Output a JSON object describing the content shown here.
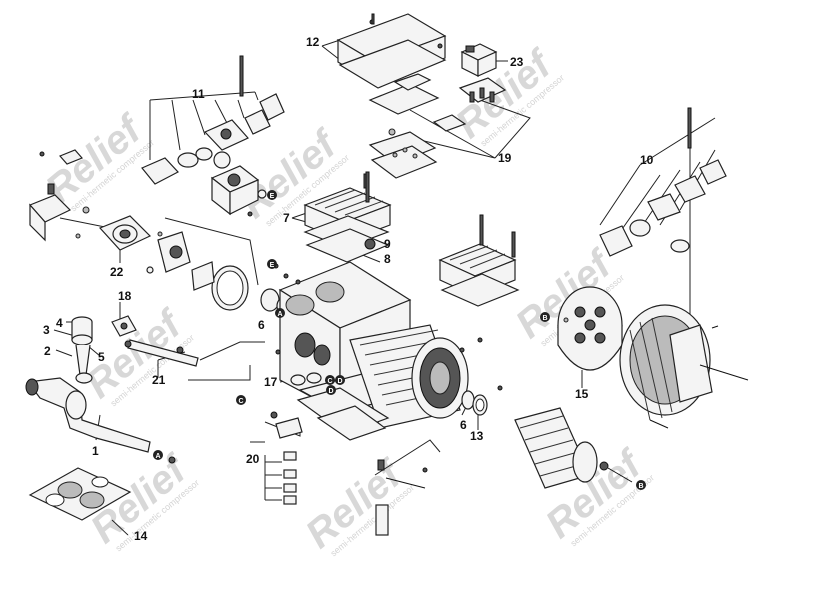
{
  "watermark": {
    "brand": "Relief",
    "tagline": "semi-hermetic compressor"
  },
  "callouts": [
    {
      "id": "1",
      "label": "1"
    },
    {
      "id": "2",
      "label": "2"
    },
    {
      "id": "3",
      "label": "3"
    },
    {
      "id": "4",
      "label": "4"
    },
    {
      "id": "5",
      "label": "5"
    },
    {
      "id": "6a",
      "label": "6"
    },
    {
      "id": "6b",
      "label": "6"
    },
    {
      "id": "7",
      "label": "7"
    },
    {
      "id": "8",
      "label": "8"
    },
    {
      "id": "9",
      "label": "9"
    },
    {
      "id": "10",
      "label": "10"
    },
    {
      "id": "11",
      "label": "11"
    },
    {
      "id": "12",
      "label": "12"
    },
    {
      "id": "13",
      "label": "13"
    },
    {
      "id": "14",
      "label": "14"
    },
    {
      "id": "15",
      "label": "15"
    },
    {
      "id": "17",
      "label": "17"
    },
    {
      "id": "18",
      "label": "18"
    },
    {
      "id": "19",
      "label": "19"
    },
    {
      "id": "20",
      "label": "20"
    },
    {
      "id": "21",
      "label": "21"
    },
    {
      "id": "22",
      "label": "22"
    },
    {
      "id": "23",
      "label": "23"
    }
  ],
  "connection_markers": [
    {
      "id": "A1",
      "letter": "A"
    },
    {
      "id": "A2",
      "letter": "A"
    },
    {
      "id": "B1",
      "letter": "B"
    },
    {
      "id": "B2",
      "letter": "B"
    },
    {
      "id": "C1",
      "letter": "C"
    },
    {
      "id": "C2",
      "letter": "C"
    },
    {
      "id": "D1",
      "letter": "D"
    },
    {
      "id": "D2",
      "letter": "D"
    },
    {
      "id": "E1",
      "letter": "E"
    },
    {
      "id": "E2",
      "letter": "E"
    }
  ]
}
